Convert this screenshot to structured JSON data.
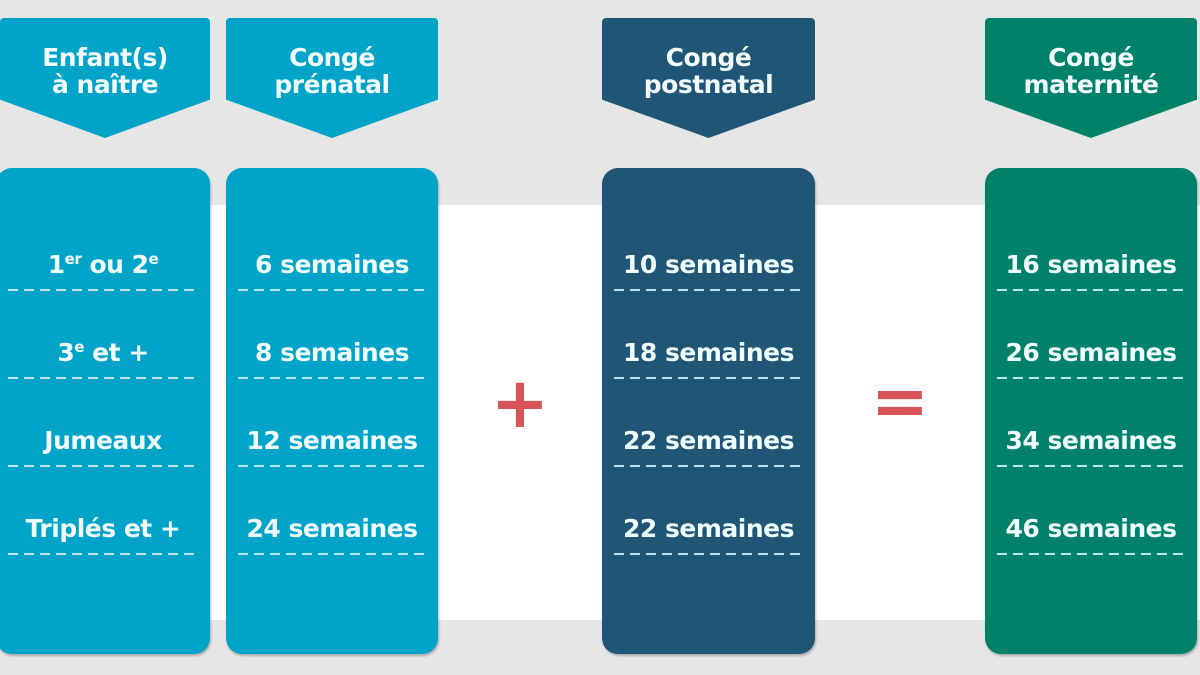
{
  "columns": [
    {
      "id": "enfants",
      "header_line1": "Enfant(s)",
      "header_line2": "à naître",
      "color": "#00a4c8",
      "rows": [
        {
          "main": "1",
          "sup1": "er",
          "mid": " ou 2",
          "sup2": "e"
        },
        {
          "main": "3",
          "sup1": "e",
          "mid": " et +",
          "sup2": ""
        },
        {
          "main": "Jumeaux",
          "sup1": "",
          "mid": "",
          "sup2": ""
        },
        {
          "main": "Triplés et +",
          "sup1": "",
          "mid": "",
          "sup2": ""
        }
      ]
    },
    {
      "id": "prenatal",
      "header_line1": "Congé",
      "header_line2": "prénatal",
      "color": "#00a4c8",
      "rows": [
        "6 semaines",
        "8 semaines",
        "12 semaines",
        "24 semaines"
      ]
    },
    {
      "id": "postnatal",
      "header_line1": "Congé",
      "header_line2": "postnatal",
      "color": "#1f5675",
      "rows": [
        "10 semaines",
        "18 semaines",
        "22 semaines",
        "22 semaines"
      ]
    },
    {
      "id": "maternite",
      "header_line1": "Congé",
      "header_line2": "maternité",
      "color": "#00826a",
      "rows": [
        "16 semaines",
        "26 semaines",
        "34 semaines",
        "46 semaines"
      ]
    }
  ],
  "operators": {
    "plus": "+",
    "equals": "=",
    "color": "#d6545a"
  }
}
